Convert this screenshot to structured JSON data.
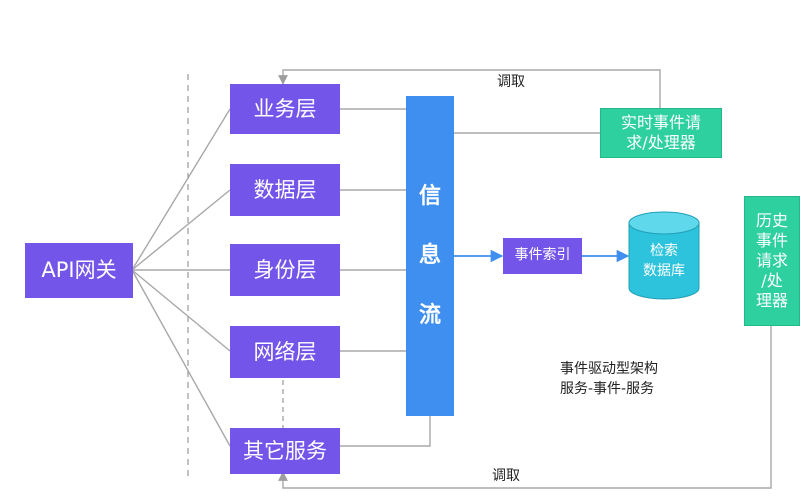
{
  "gateway": {
    "label": "API网关"
  },
  "layers": [
    {
      "label": "业务层"
    },
    {
      "label": "数据层"
    },
    {
      "label": "身份层"
    },
    {
      "label": "网络层"
    },
    {
      "label": "其它服务"
    }
  ],
  "info_stream": {
    "chars": [
      "信",
      "息",
      "流"
    ]
  },
  "event_index": {
    "label": "事件索引"
  },
  "database": {
    "line1": "检索",
    "line2": "数据库"
  },
  "realtime_processor": {
    "line1": "实时事件请",
    "line2": "求/处理器"
  },
  "history_processor": {
    "lines": [
      "历史",
      "事件",
      "请求",
      "/处",
      "理器"
    ]
  },
  "top_call_label": "调取",
  "bottom_call_label": "调取",
  "caption": {
    "line1": "事件驱动型架构",
    "line2": "服务-事件-服务"
  },
  "colors": {
    "purple": "#7455ea",
    "blue": "#3f8ff0",
    "green": "#2ed0a0",
    "cylinder": "#2ec3dc",
    "line": "#9e9e9e"
  }
}
